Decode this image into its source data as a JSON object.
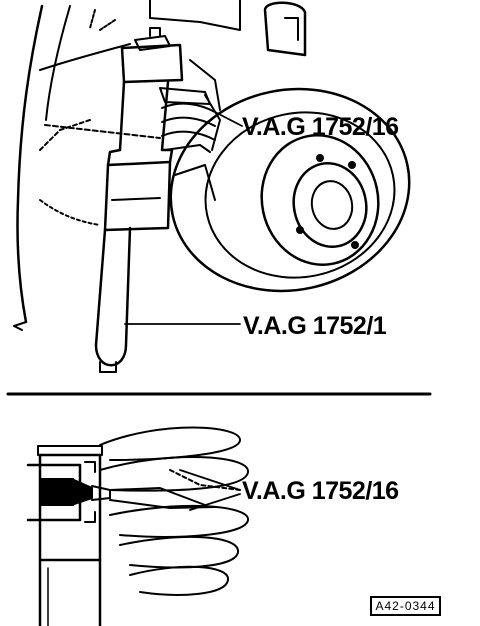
{
  "callouts": {
    "top_tool_label": "V.A.G 1752/16",
    "strut_tool_label": "V.A.G 1752/1",
    "bottom_tool_label": "V.A.G 1752/16"
  },
  "figure_id": "A42-0344",
  "colors": {
    "ink": "#000000",
    "paper": "#ffffff"
  }
}
